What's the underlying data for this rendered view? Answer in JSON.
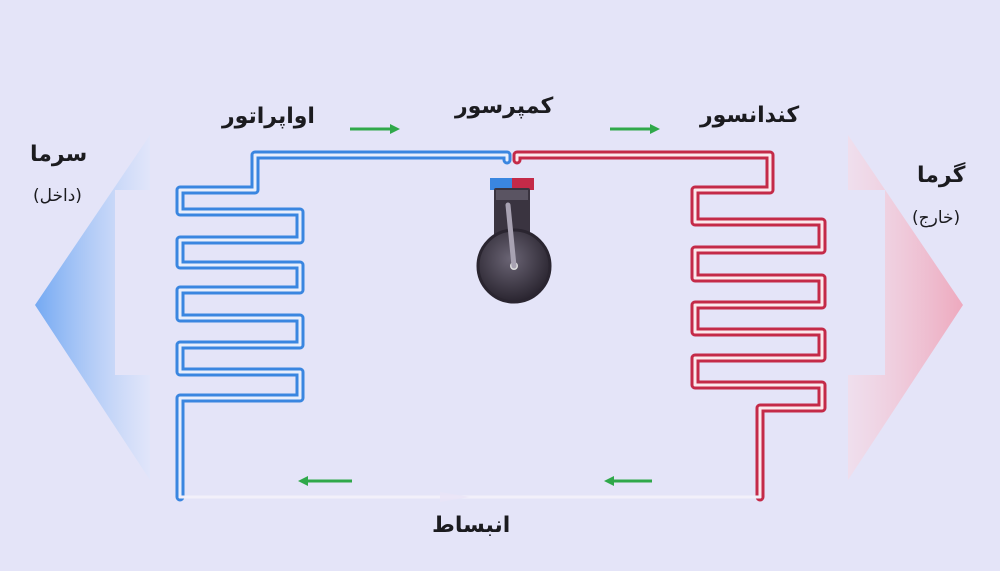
{
  "labels": {
    "evaporator": "اواپراتور",
    "compressor": "کمپرسور",
    "condenser": "کندانسور",
    "expansion": "انبساط",
    "cold": "سرما",
    "cold_sub": "(داخل)",
    "heat": "گرما",
    "heat_sub": "(خارج)"
  },
  "colors": {
    "background": "#e4e4f8",
    "cold_pipe": "#3a86e0",
    "hot_pipe": "#c42a48",
    "flow_arrow": "#2fa84a",
    "cold_arrow": "#7fb0f2",
    "heat_arrow": "#f0b4c4",
    "compressor": "#3a3440"
  }
}
